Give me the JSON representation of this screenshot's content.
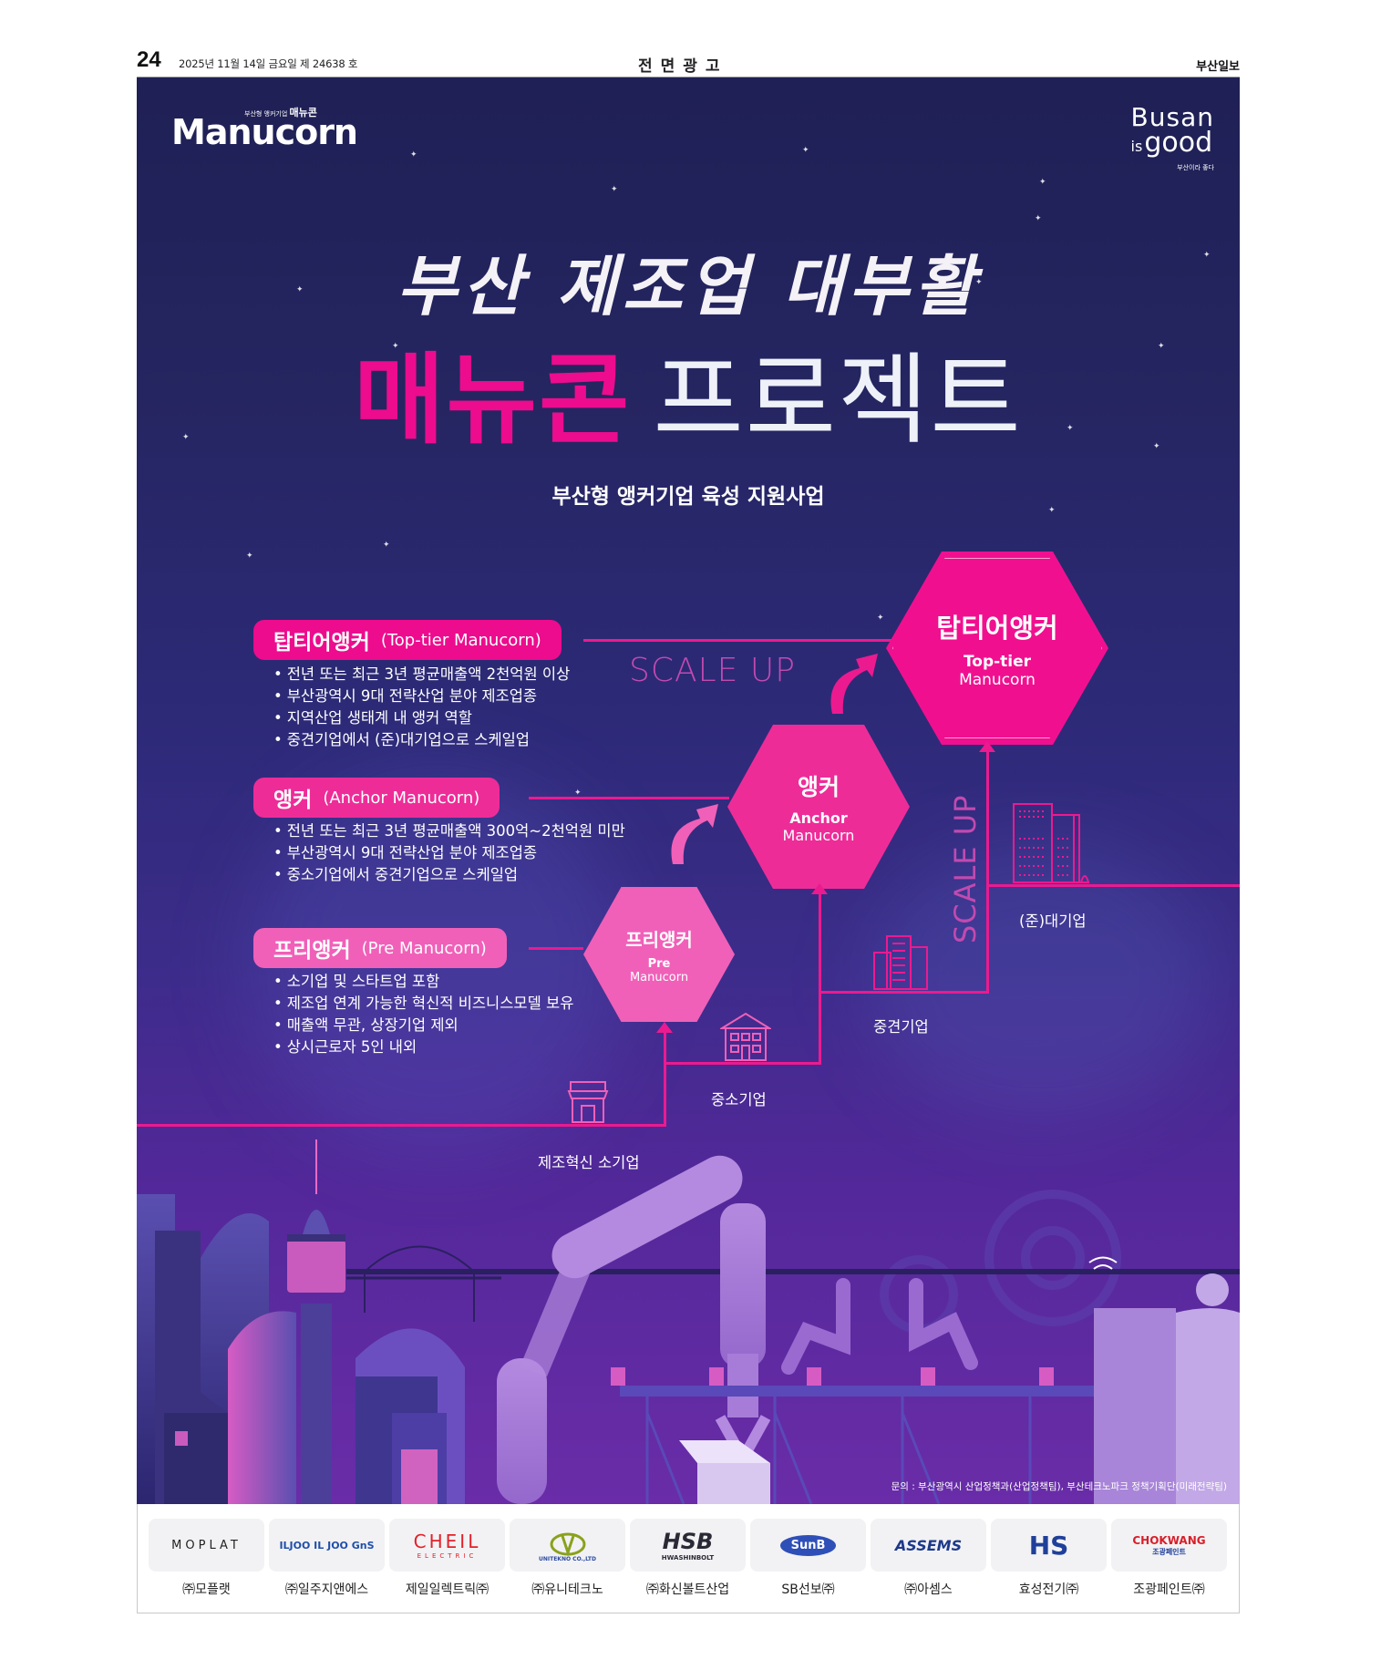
{
  "newspaper": {
    "page_number": "24",
    "date_issue": "2025년 11월 14일 금요일   제 24638 호",
    "section": "전면광고",
    "paper_name": "부산일보"
  },
  "ad": {
    "logo": {
      "small_text": "부산형 앵커기업",
      "small_brand": "매뉴콘",
      "word": "Manucorn"
    },
    "city_logo": {
      "line1": "Busan",
      "line2_prefix": "is",
      "line2": "good",
      "sub": "부산이라 좋다"
    },
    "headline_script": "부산 제조업 대부활",
    "headline_pink": "매뉴콘",
    "headline_white": "프로젝트",
    "subheadline": "부산형 앵커기업 육성 지원사업",
    "tiers": [
      {
        "kr": "탑티어앵커",
        "en": "(Top-tier Manucorn)",
        "bullets": [
          "전년 또는 최근 3년 평균매출액 2천억원 이상",
          "부산광역시 9대 전략산업 분야 제조업종",
          "지역산업 생태계 내 앵커 역할",
          "중견기업에서 (준)대기업으로 스케일업"
        ]
      },
      {
        "kr": "앵커",
        "en": "(Anchor Manucorn)",
        "bullets": [
          "전년 또는 최근 3년 평균매출액 300억~2천억원 미만",
          "부산광역시 9대 전략산업 분야 제조업종",
          "중소기업에서 중견기업으로 스케일업"
        ]
      },
      {
        "kr": "프리앵커",
        "en": "(Pre Manucorn)",
        "bullets": [
          "소기업 및 스타트업 포함",
          "제조업 연계 가능한 혁신적 비즈니스모델 보유",
          "매출액 무관, 상장기업 제외",
          "상시근로자 5인 내외"
        ]
      }
    ],
    "hexagons": [
      {
        "kr": "탑티어앵커",
        "en1": "Top-tier",
        "en2": "Manucorn"
      },
      {
        "kr": "앵커",
        "en1": "Anchor",
        "en2": "Manucorn"
      },
      {
        "kr": "프리앵커",
        "en1": "Pre",
        "en2": "Manucorn"
      }
    ],
    "scale_up_label": "SCALE UP",
    "stages": {
      "small_innovative": "제조혁신 소기업",
      "sme": "중소기업",
      "midsize": "중견기업",
      "large": "(준)대기업"
    },
    "contact": "문의 : 부산광역시 산업정책과(산업정책팀), 부산테크노파크 정책기획단(미래전략팀)",
    "colors": {
      "pink": "#ec0c8d",
      "pink_light": "#f060b8",
      "navy": "#1f2055",
      "purple": "#6a2ca8"
    }
  },
  "sponsors": [
    {
      "logo_text": "MOPLAT",
      "name": "㈜모플랫"
    },
    {
      "logo_text": "ILJOO IL JOO GnS",
      "name": "㈜일주지앤에스"
    },
    {
      "logo_text": "CHEIL",
      "logo_sub": "ELECTRIC",
      "name": "제일일렉트릭㈜"
    },
    {
      "logo_text": "UNITEKNO CO.,LTD",
      "name": "㈜유니테크노"
    },
    {
      "logo_text": "HSB",
      "logo_sub": "HWASHINBOLT",
      "name": "㈜화신볼트산업"
    },
    {
      "logo_text": "SunB",
      "name": "SB선보㈜"
    },
    {
      "logo_text": "ASSEMS",
      "name": "㈜아셈스"
    },
    {
      "logo_text": "HS",
      "name": "효성전기㈜"
    },
    {
      "logo_text": "CHOKWANG",
      "logo_sub": "조광페인트",
      "name": "조광페인트㈜"
    }
  ]
}
